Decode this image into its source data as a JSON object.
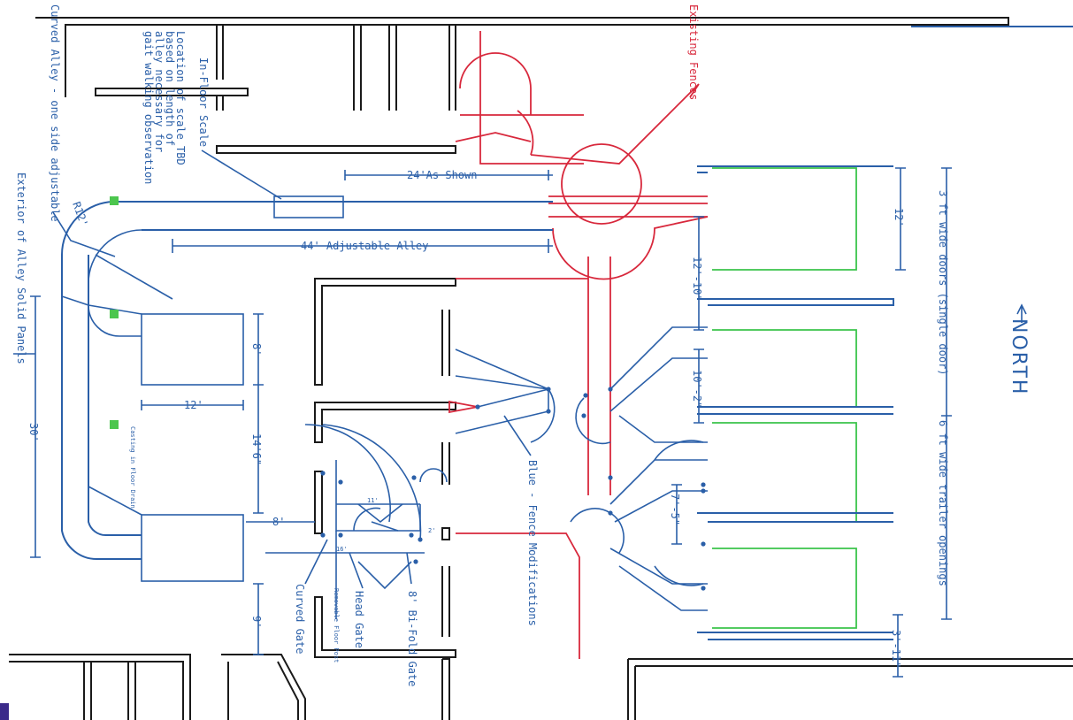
{
  "labels": {
    "north": "NORTH",
    "existing_fences": "Existing Fences",
    "curved_alley": "Curved Alley - one side adjustable",
    "scale_location_1": "Location of scale TBD",
    "scale_location_2": "based on length of",
    "scale_location_3": "alley necessary for",
    "scale_location_4": "gait walking observation",
    "in_floor_scale": "In-Floor Scale",
    "exterior_alley": "Exterior of Alley Solid Panels",
    "r12": "R12'",
    "as_shown_24": "24'As Shown",
    "adjustable_alley_44": "44' Adjustable Alley",
    "dim_30": "30'",
    "dim_8_top": "8'",
    "dim_12_pen": "12'",
    "dim_14_6": "14'6\"",
    "dim_8_mid": "8'",
    "dim_9": "9'",
    "dim_12_right": "12'",
    "dim_12_10": "12'-10\"",
    "dim_10_2": "10'-2\"",
    "dim_7_5": "7'-5\"",
    "dim_3_11": "3'-11\"",
    "dim_11_small": "11'",
    "dim_16_small": "16'",
    "dim_2_small": "2'",
    "blue_fence": "Blue - Fence Modifications",
    "three_ft_doors": "3 ft wide doors (single door)",
    "six_ft_trailer": "6 ft wide trailer openings",
    "casting_floor_drain": "Casting in Floor Drain",
    "removable_floor_post": "Removable Floor Post",
    "curved_gate": "Curved Gate",
    "head_gate": "Head Gate",
    "bifold_gate": "8' Bi-Fold Gate"
  },
  "colors": {
    "existing_fence": "#d8283c",
    "fence_modifications": "#2a5fa8",
    "trailer_openings": "#3bc44b",
    "walls": "#1a1a1a"
  }
}
